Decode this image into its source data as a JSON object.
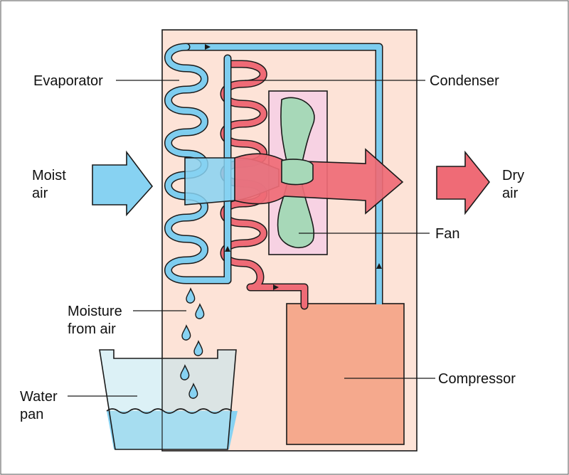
{
  "labels": {
    "evaporator": "Evaporator",
    "condenser": "Condenser",
    "moist_air_line1": "Moist",
    "moist_air_line2": "air",
    "dry_air_line1": "Dry",
    "dry_air_line2": "air",
    "fan": "Fan",
    "moisture_line1": "Moisture",
    "moisture_line2": "from air",
    "water_pan_line1": "Water",
    "water_pan_line2": "pan",
    "compressor": "Compressor"
  },
  "colors": {
    "cabinet": "#fde3d7",
    "evaporator_coil": "#7ecdef",
    "condenser_coil": "#ef6b76",
    "fan_housing": "#f7d2e3",
    "fan_blade": "#a7d8b8",
    "compressor": "#f5a98d",
    "water": "#87d2f2",
    "pan": "#bfe6ee",
    "moist_air_arrow": "#87d2f2",
    "dry_air_arrow": "#ef6b76",
    "outline": "#1a1a1a"
  }
}
